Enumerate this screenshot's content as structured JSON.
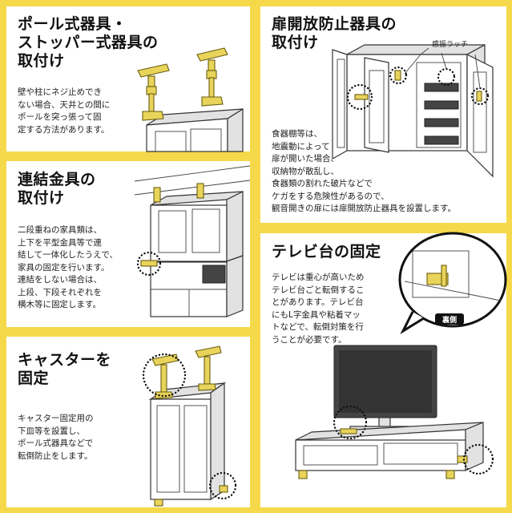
{
  "panels": {
    "pole": {
      "title": [
        "ポール式器具・",
        "ストッパー式器具の",
        "取付け"
      ],
      "body": [
        "壁や柱にネジ止めでき",
        "ない場合、天井との間に",
        "ポールを突っ張って固",
        "定する方法があります。"
      ]
    },
    "door": {
      "title": [
        "扉開放防止器具の",
        "取付け"
      ],
      "callout": "感振ラッチ",
      "body": [
        "食器棚等は、",
        "地震動によって",
        "扉が開いた場合、",
        "収納物が散乱し、",
        "食器類の割れた破片などで",
        "ケガをする危険性があるので、",
        "観音開きの扉には扉開放防止器具を設置します。"
      ]
    },
    "link": {
      "title": [
        "連結金具の",
        "取付け"
      ],
      "body": [
        "二段重ねの家具類は、",
        "上下を平型金具等で連",
        "結して一体化したうえで、",
        "家具の固定を行います。",
        "連結をしない場合は、",
        "上段、下段それぞれを",
        "横木等に固定します。"
      ]
    },
    "tv": {
      "title": [
        "テレビ台の固定"
      ],
      "back_label": "裏側",
      "body": [
        "テレビは重心が高いため",
        "テレビ台ごと転倒するこ",
        "とがあります。テレビ台",
        "にもL字金具や粘着マッ",
        "トなどで、転倒対策を行",
        "うことが必要です。"
      ]
    },
    "caster": {
      "title": [
        "キャスターを",
        "固定"
      ],
      "body": [
        "キャスター固定用の",
        "下皿等を設置し、",
        "ポール式器具などで",
        "転倒防止をします。"
      ]
    }
  },
  "colors": {
    "background": "#f5d94a",
    "panel": "#ffffff",
    "bracket": "#e8d45a"
  }
}
